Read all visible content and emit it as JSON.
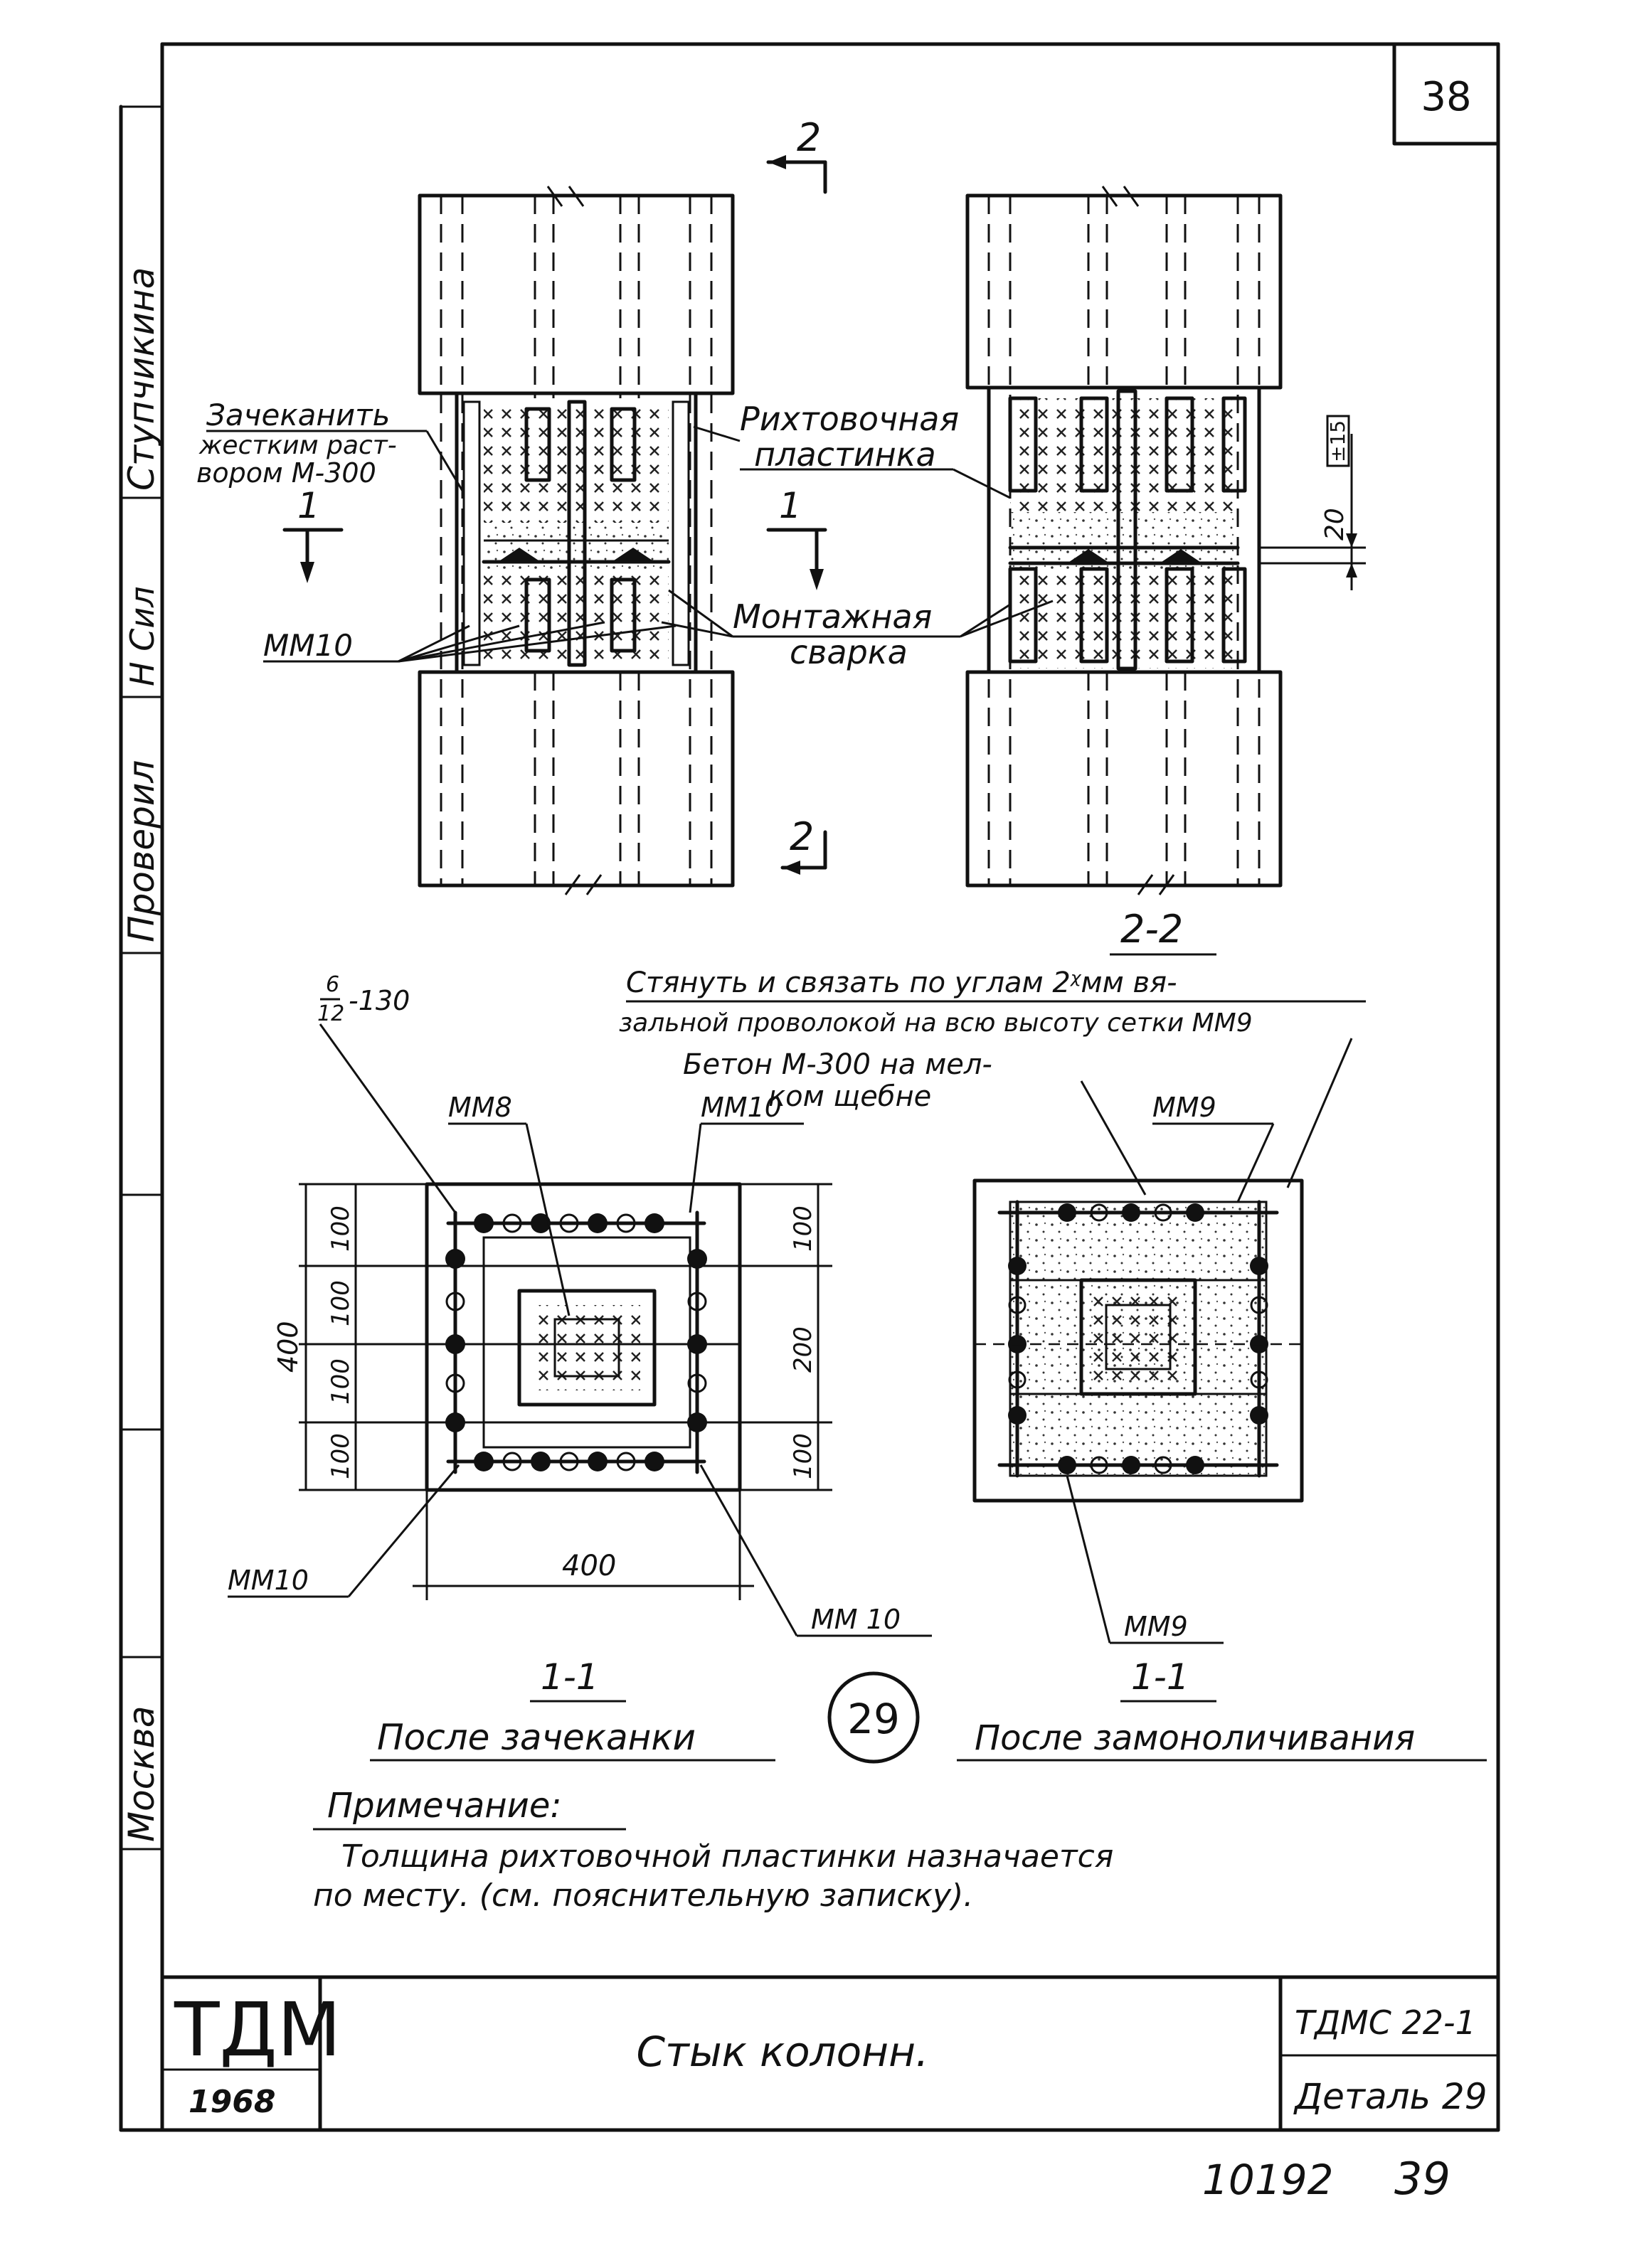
{
  "sheet_number": "38",
  "sidebar": {
    "checker_role": "Проверил",
    "checker_signature": "Н Сил",
    "author_name": "Ступчикина",
    "city": "Москва"
  },
  "elevation": {
    "section_2_top": "2",
    "section_2_bottom": "2",
    "section_1_left": "1",
    "section_1_right": "1",
    "label_caulk_l1": "Зачеканить",
    "label_caulk_l2": "жестким раст-",
    "label_caulk_l3": "вором М-300",
    "label_mm10": "ММ10",
    "label_plate_l1": "Рихтовочная",
    "label_plate_l2": "пластинка",
    "label_weld_l1": "Монтажная",
    "label_weld_l2": "сварка",
    "dim_gap": "20",
    "dim_tol": "±15"
  },
  "section_left": {
    "rebar_top": "6",
    "rebar_bottom": "12",
    "rebar_spacing": "-130",
    "mm8": "ММ8",
    "mm10_top": "ММ10",
    "mm10_bl": "ММ10",
    "mm10_br": "ММ 10",
    "dim_overall": "400",
    "dims_left": [
      "100",
      "100",
      "100",
      "100"
    ],
    "dims_right": [
      "100",
      "200",
      "100"
    ],
    "dim_bottom": "400",
    "title_num": "1-1",
    "title_text": "После зачеканки"
  },
  "section_right": {
    "view_num": "2-2",
    "note_l1": "Стянуть и связать по углам 2ᵡмм вя-",
    "note_l2": "зальной проволокой на всю высоту сетки ММ9",
    "concrete_l1": "Бетон М-300 на мел-",
    "concrete_l2": "ком щебне",
    "mm9_top": "ММ9",
    "mm9_bottom": "ММ9",
    "title_num": "1-1",
    "title_text": "После замоноличивания"
  },
  "detail_number": "29",
  "note": {
    "heading": "Примечание:",
    "line1": "Толщина рихтовочной пластинки назначается",
    "line2": "по месту. (см. пояснительную записку)."
  },
  "title_block": {
    "org": "ТДМ",
    "year": "1968",
    "title": "Стык колонн.",
    "code": "ТДМС 22-1",
    "detail": "Деталь 29"
  },
  "footer": {
    "inv": "10192",
    "page": "39"
  }
}
